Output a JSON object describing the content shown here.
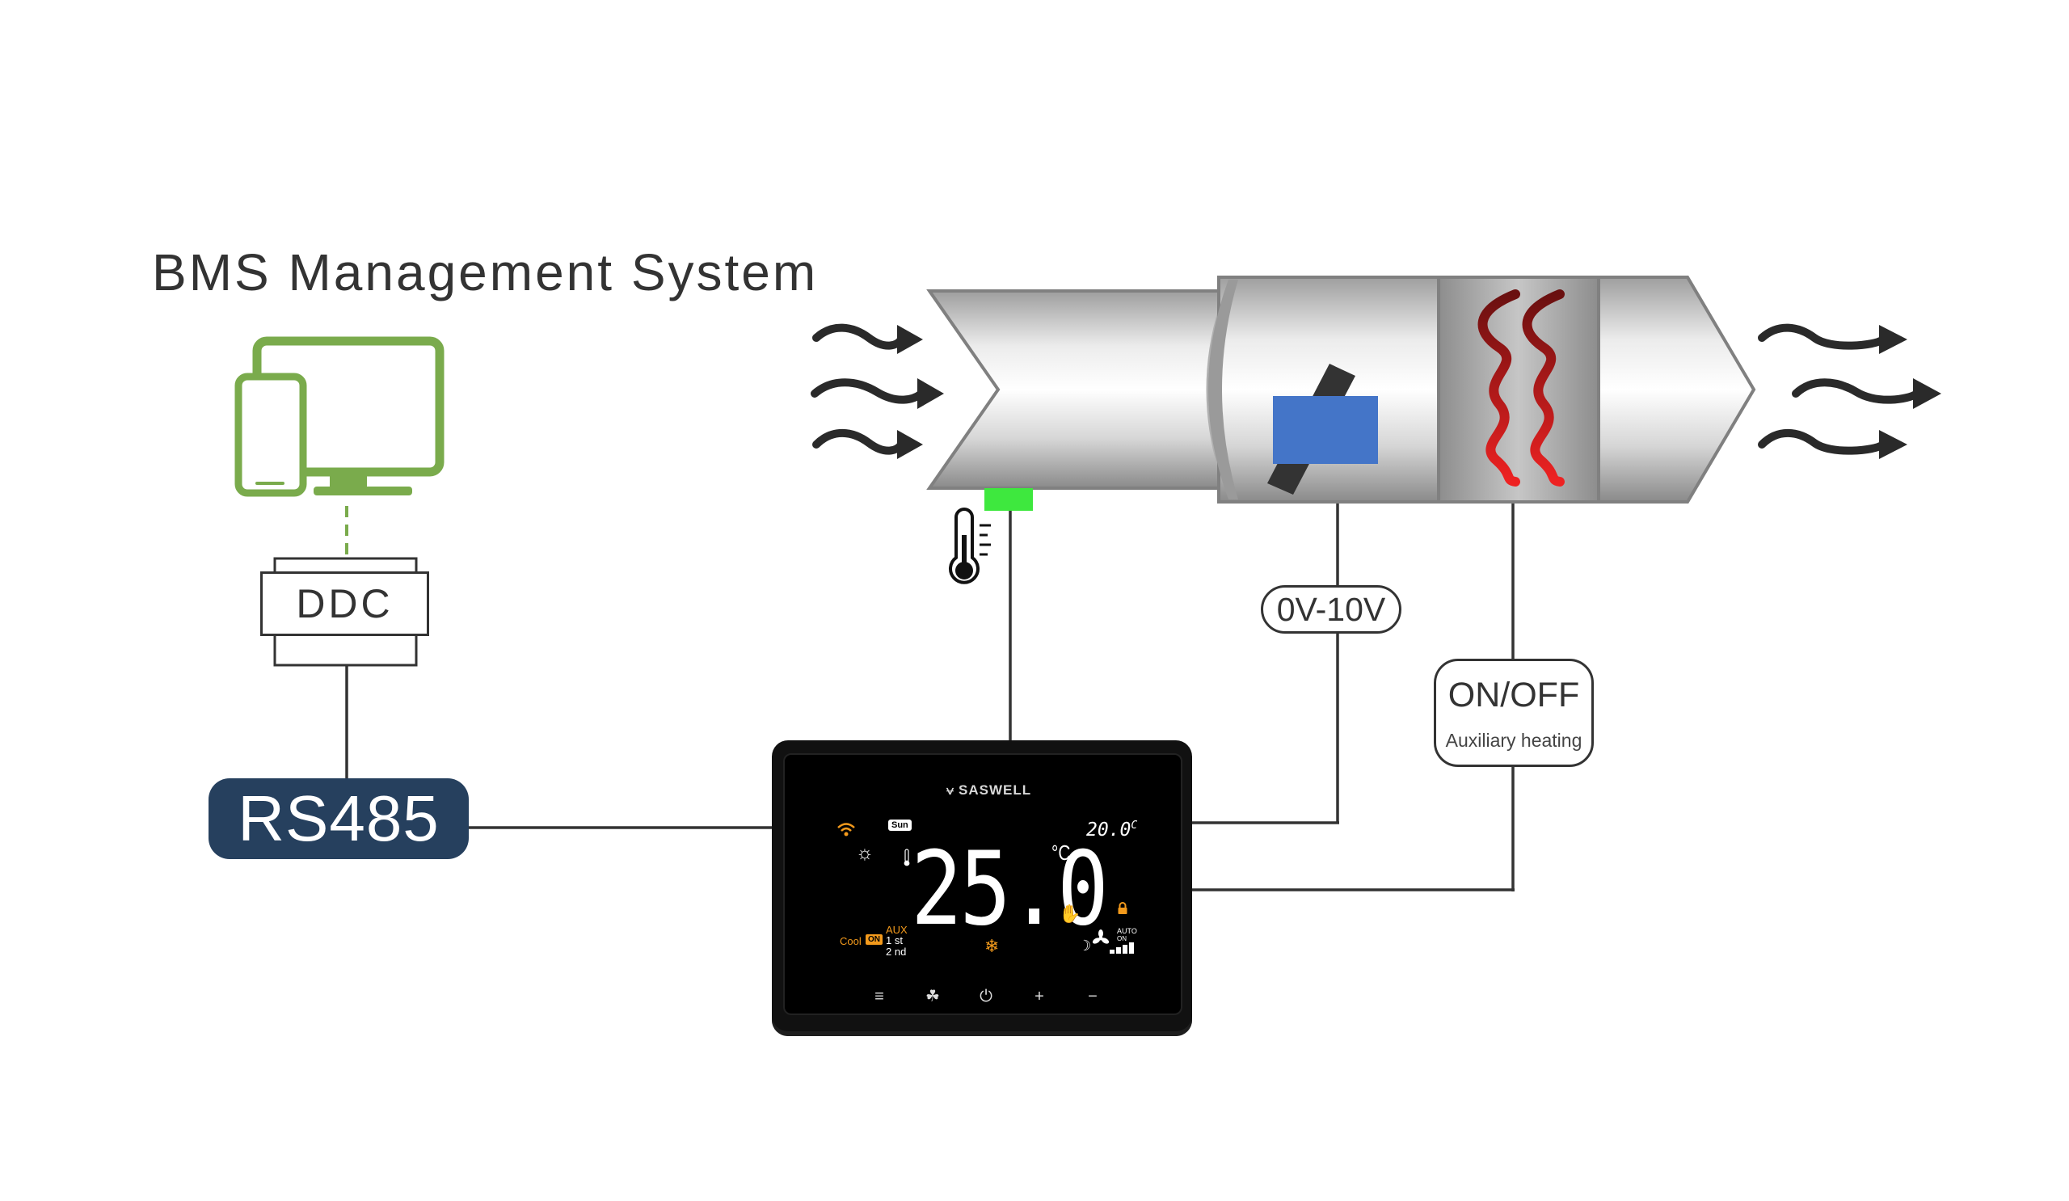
{
  "bms": {
    "title": "BMS Management System"
  },
  "ddc": {
    "label": "DDC"
  },
  "rs485": {
    "label": "RS485",
    "color": "#26405e"
  },
  "signals": {
    "analog_label": "0V-10V",
    "onoff_label": "ON/OFF",
    "onoff_sublabel": "Auxiliary heating"
  },
  "thermostat": {
    "brand": "SASWELL",
    "day": "Sun",
    "setpoint": "20.0",
    "setpoint_unit": "C",
    "room_temp": "25.0",
    "temp_unit": "°C",
    "mode": "Cool",
    "mode_state": "ON",
    "aux_label": "AUX",
    "stage1": "1 st",
    "stage2": "2 nd",
    "fan_auto": "AUTO",
    "fan_on": "ON",
    "buttons": [
      "menu-icon",
      "fan-icon",
      "power-icon",
      "plus-icon",
      "minus-icon"
    ]
  },
  "icons": {
    "device": "monitor-phone-icon",
    "sensor": "thermometer-icon",
    "damper": "damper-icon",
    "heater": "heating-coil-icon",
    "airflow": "airflow-arrow-icon"
  },
  "colors": {
    "device_green": "#7aab4c",
    "sensor_green": "#3ee83e",
    "damper_blue": "#4475c8",
    "heater_red": "#e02020",
    "accent_orange": "#f39a1c",
    "line": "#333333"
  }
}
